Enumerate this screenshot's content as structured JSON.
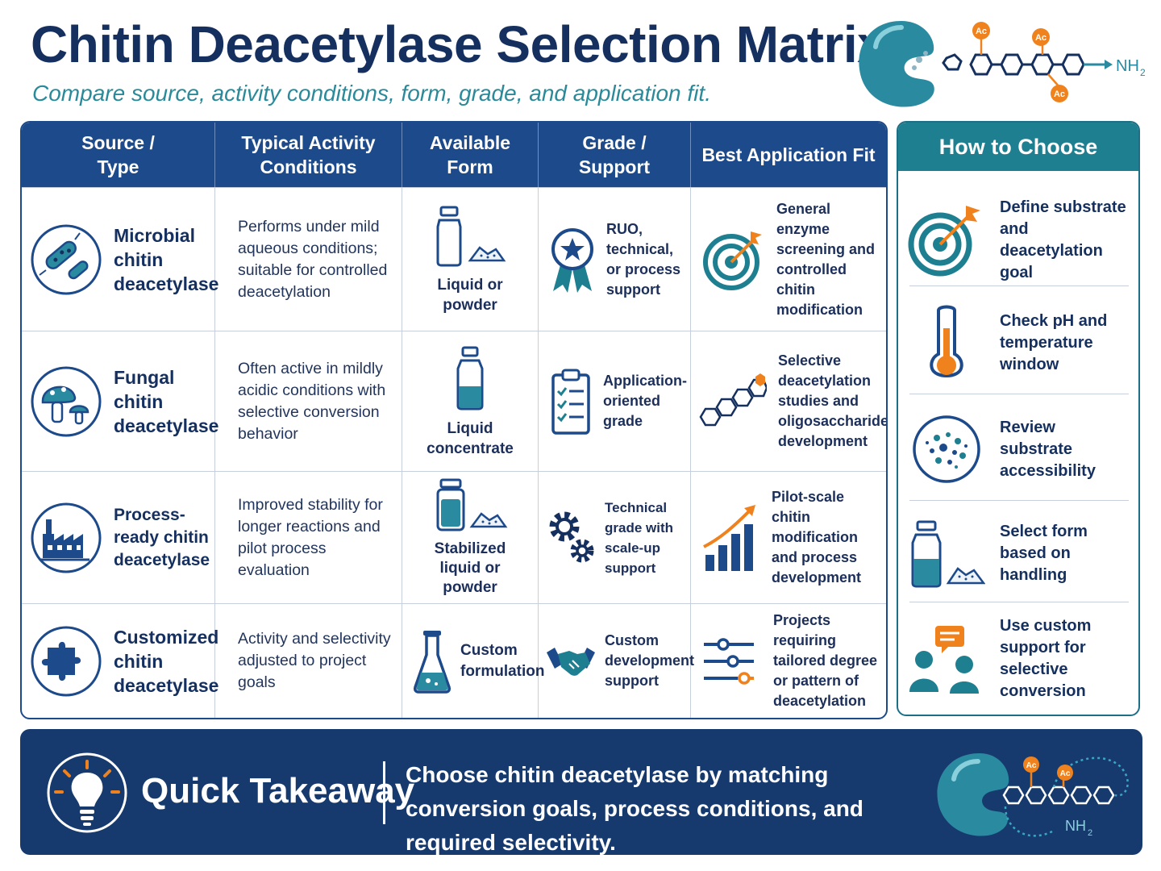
{
  "header": {
    "title": "Chitin Deacetylase Selection Matrix",
    "subtitle": "Compare source, activity conditions, form, grade, and application fit.",
    "hero_labels": {
      "ac": "Ac",
      "nh": "NH",
      "sub": "2"
    }
  },
  "matrix": {
    "columns": [
      "Source / Type",
      "Typical Activity Conditions",
      "Available Form",
      "Grade / Support",
      "Best Application Fit"
    ],
    "rows": [
      {
        "source": "Microbial chitin deacetylase",
        "source_icon": "bacteria-icon",
        "conditions": "Performs under mild aqueous conditions; suitable for controlled deacetylation",
        "form": "Liquid or powder",
        "form_icon": "bottle-and-powder-icon",
        "grade": "RUO, technical, or process support",
        "grade_icon": "award-ribbon-icon",
        "application": "General enzyme screening and controlled chitin modification",
        "application_icon": "target-icon"
      },
      {
        "source": "Fungal chitin deacetylase",
        "source_icon": "mushroom-icon",
        "conditions": "Often active in mildly acidic conditions with selective conversion behavior",
        "form": "Liquid concentrate",
        "form_icon": "bottle-icon",
        "grade": "Application-oriented grade",
        "grade_icon": "clipboard-checklist-icon",
        "application": "Selective deacetylation studies and oligosaccharide development",
        "application_icon": "hexagon-chain-icon"
      },
      {
        "source": "Process-ready chitin deacetylase",
        "source_icon": "factory-icon",
        "conditions": "Improved stability for longer reactions and pilot process evaluation",
        "form": "Stabilized liquid or powder",
        "form_icon": "jar-and-powder-icon",
        "grade": "Technical grade with scale-up support",
        "grade_icon": "gears-icon",
        "application": "Pilot-scale chitin modification and process development",
        "application_icon": "growth-chart-icon"
      },
      {
        "source": "Customized chitin deacetylase",
        "source_icon": "puzzle-icon",
        "conditions": "Activity and selectivity adjusted to project goals",
        "form": "Custom formulation",
        "form_icon": "flask-icon",
        "grade": "Custom development support",
        "grade_icon": "handshake-icon",
        "application": "Projects requiring tailored degree or pattern of deacetylation",
        "application_icon": "sliders-icon"
      }
    ]
  },
  "how_to": {
    "title": "How to Choose",
    "steps": [
      {
        "text": "Define substrate and deacetylation goal",
        "icon": "target-icon"
      },
      {
        "text": "Check pH and temperature window",
        "icon": "thermometer-icon"
      },
      {
        "text": "Review substrate accessibility",
        "icon": "particles-icon"
      },
      {
        "text": "Select form based on handling",
        "icon": "bottle-and-powder-icon"
      },
      {
        "text": "Use custom support for selective conversion",
        "icon": "people-chat-icon"
      }
    ]
  },
  "takeaway": {
    "title": "Quick Takeaway",
    "text": "Choose chitin deacetylase by matching conversion goals, process conditions, and required selectivity.",
    "icon": "lightbulb-icon"
  },
  "colors": {
    "navy": "#1d4a8a",
    "teal": "#1e7f90",
    "orange": "#f0821e",
    "banner": "#163a6e"
  }
}
